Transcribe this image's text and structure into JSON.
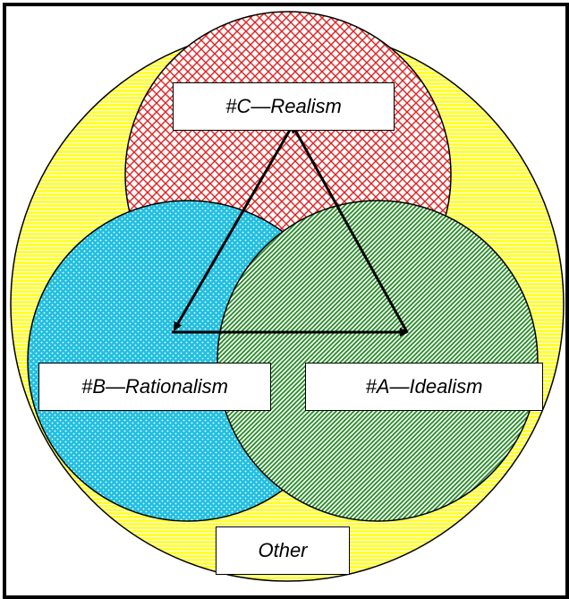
{
  "labels": {
    "realism": "#C—Realism",
    "rationalism": "#B—Rationalism",
    "idealism": "#A—Idealism",
    "other": "Other"
  },
  "colors": {
    "outer_fill": "#ffff33",
    "realism_fill": "#e02020",
    "rationalism_fill": "#22bfe0",
    "idealism_fill": "#1e8a1e",
    "border": "#000000"
  },
  "icons": {
    "arrows": "triangle-arrow-cycle"
  }
}
